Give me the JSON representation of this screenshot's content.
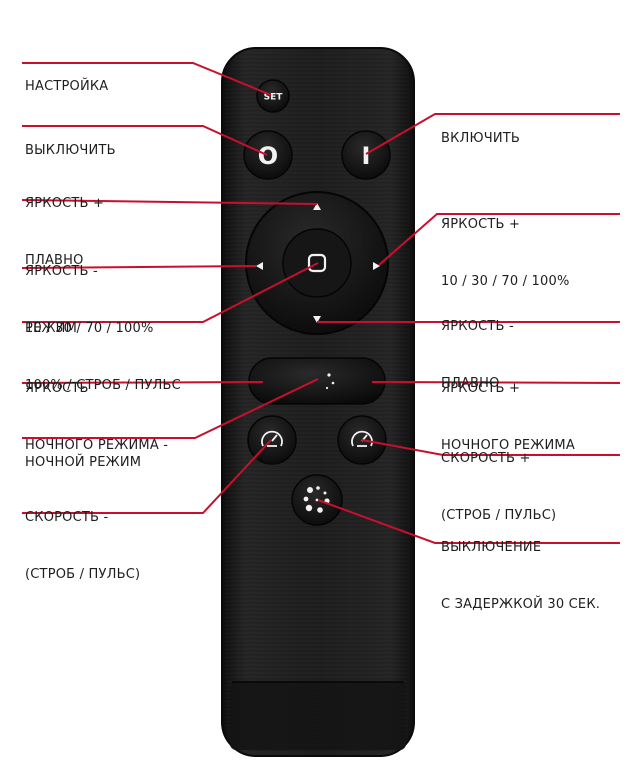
{
  "colors": {
    "leader": "#c8102e",
    "remote_body": "#1d1d1d",
    "remote_edge": "#0c0c0c",
    "button": "#121212",
    "icon": "#f2f2f2"
  },
  "labels": {
    "setup": {
      "line1": "НАСТРОЙКА"
    },
    "off": {
      "line1": "ВЫКЛЮЧИТЬ"
    },
    "on": {
      "line1": "ВКЛЮЧИТЬ"
    },
    "brightness_up_smooth": {
      "line1": "ЯРКОСТЬ +",
      "line2": "ПЛАВНО"
    },
    "brightness_up_steps": {
      "line1": "ЯРКОСТЬ +",
      "line2": "10 / 30 / 70 / 100%"
    },
    "brightness_down_steps": {
      "line1": "ЯРКОСТЬ -",
      "line2": "10 / 30 / 70 / 100%"
    },
    "brightness_down_smooth": {
      "line1": "ЯРКОСТЬ -",
      "line2": "ПЛАВНО"
    },
    "mode": {
      "line1": "РЕЖИМ",
      "line2": "100% / СТРОБ / ПУЛЬС"
    },
    "night_brightness_down": {
      "line1": "ЯРКОСТЬ",
      "line2": "НОЧНОГО РЕЖИМА -"
    },
    "night_brightness_up": {
      "line1": "ЯРКОСТЬ +",
      "line2": "НОЧНОГО РЕЖИМА"
    },
    "night_mode": {
      "line1": "НОЧНОЙ РЕЖИМ"
    },
    "speed_up": {
      "line1": "СКОРОСТЬ +",
      "line2": "(СТРОБ / ПУЛЬС)"
    },
    "speed_down": {
      "line1": "СКОРОСТЬ -",
      "line2": "(СТРОБ / ПУЛЬС)"
    },
    "timer_off": {
      "line1": "ВЫКЛЮЧЕНИЕ",
      "line2": "С ЗАДЕРЖКОЙ 30 СЕК."
    }
  },
  "remote": {
    "set_button_label": "SET",
    "off_symbol": "O",
    "on_symbol": "I",
    "icons": {
      "up": "triangle-up-icon",
      "down": "triangle-down-icon",
      "left": "triangle-left-icon",
      "right": "triangle-right-icon",
      "mode": "rounded-square-icon",
      "night": "moon-stars-icon",
      "speed": "speedometer-icon",
      "timer": "dots-circle-icon"
    }
  }
}
